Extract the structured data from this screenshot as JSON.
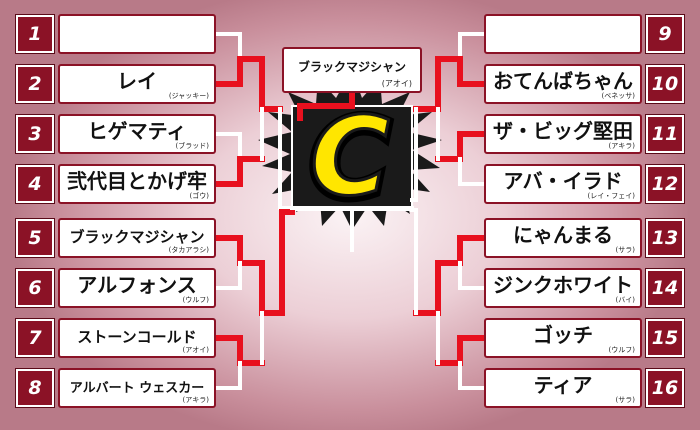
{
  "left_entries": [
    {
      "seed": "1",
      "name": "",
      "manager": ""
    },
    {
      "seed": "2",
      "name": "レイ",
      "manager": "(ジャッキー)"
    },
    {
      "seed": "3",
      "name": "ヒゲマティ",
      "manager": "(ブラッド)"
    },
    {
      "seed": "4",
      "name": "弐代目とかげ牢",
      "manager": "(ゴウ)"
    },
    {
      "seed": "5",
      "name": "ブラックマジシャン",
      "manager": "(タカアラシ)"
    },
    {
      "seed": "6",
      "name": "アルフォンス",
      "manager": "(ウルフ)"
    },
    {
      "seed": "7",
      "name": "ストーンコールド",
      "manager": "(アオイ)"
    },
    {
      "seed": "8",
      "name": "アルバート ウェスカー",
      "manager": "(アキラ)"
    }
  ],
  "right_entries": [
    {
      "seed": "9",
      "name": "",
      "manager": ""
    },
    {
      "seed": "10",
      "name": "おてんばちゃん",
      "manager": "(ベネッサ)"
    },
    {
      "seed": "11",
      "name": "ザ・ビッグ堅田",
      "manager": "(アキラ)"
    },
    {
      "seed": "12",
      "name": "アバ・イラド",
      "manager": "(レイ・フェイ)"
    },
    {
      "seed": "13",
      "name": "にゃんまる",
      "manager": "(サラ)"
    },
    {
      "seed": "14",
      "name": "ジンクホワイト",
      "manager": "(バイ)"
    },
    {
      "seed": "15",
      "name": "ゴッチ",
      "manager": "(ウルフ)"
    },
    {
      "seed": "16",
      "name": "ティア",
      "manager": "(サラ)"
    }
  ],
  "champion": {
    "name": "ブラックマジシャン",
    "manager": "(アオイ)"
  },
  "logo_letter": "C",
  "colors": {
    "accent": "#8b1226",
    "winner_line": "#e8101e",
    "loser_line": "#ffffff",
    "logo_yellow": "#ffe600"
  }
}
